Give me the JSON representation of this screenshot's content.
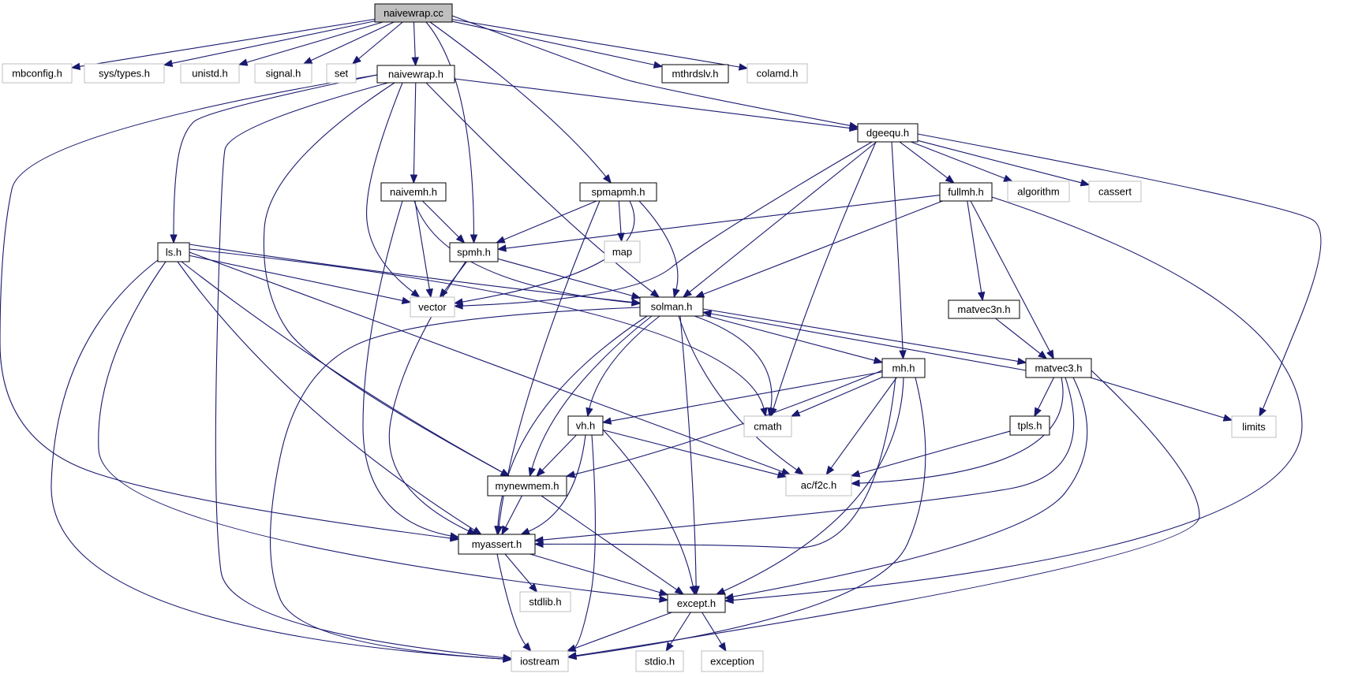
{
  "graph": {
    "colors": {
      "edge": "#191970",
      "root_fill": "#bfbfbf",
      "documented_border": "#000000",
      "external_border": "#bfbfbf",
      "external_text": "#000000"
    },
    "nodes": [
      {
        "id": "naivewrap_cc",
        "label": "naivewrap.cc",
        "kind": "root"
      },
      {
        "id": "mbconfig_h",
        "label": "mbconfig.h",
        "kind": "external"
      },
      {
        "id": "sys_types_h",
        "label": "sys/types.h",
        "kind": "external"
      },
      {
        "id": "unistd_h",
        "label": "unistd.h",
        "kind": "external"
      },
      {
        "id": "signal_h",
        "label": "signal.h",
        "kind": "external"
      },
      {
        "id": "set",
        "label": "set",
        "kind": "external"
      },
      {
        "id": "naivewrap_h",
        "label": "naivewrap.h",
        "kind": "documented"
      },
      {
        "id": "mthrdslv_h",
        "label": "mthrdslv.h",
        "kind": "documented"
      },
      {
        "id": "colamd_h",
        "label": "colamd.h",
        "kind": "external"
      },
      {
        "id": "dgeequ_h",
        "label": "dgeequ.h",
        "kind": "documented"
      },
      {
        "id": "naivemh_h",
        "label": "naivemh.h",
        "kind": "documented"
      },
      {
        "id": "spmapmh_h",
        "label": "spmapmh.h",
        "kind": "documented"
      },
      {
        "id": "fullmh_h",
        "label": "fullmh.h",
        "kind": "documented"
      },
      {
        "id": "algorithm",
        "label": "algorithm",
        "kind": "external"
      },
      {
        "id": "cassert",
        "label": "cassert",
        "kind": "external"
      },
      {
        "id": "ls_h",
        "label": "ls.h",
        "kind": "documented"
      },
      {
        "id": "spmh_h",
        "label": "spmh.h",
        "kind": "documented"
      },
      {
        "id": "map",
        "label": "map",
        "kind": "external"
      },
      {
        "id": "vector",
        "label": "vector",
        "kind": "external"
      },
      {
        "id": "solman_h",
        "label": "solman.h",
        "kind": "documented"
      },
      {
        "id": "matvec3n_h",
        "label": "matvec3n.h",
        "kind": "documented"
      },
      {
        "id": "mh_h",
        "label": "mh.h",
        "kind": "documented"
      },
      {
        "id": "matvec3_h",
        "label": "matvec3.h",
        "kind": "documented"
      },
      {
        "id": "cmath",
        "label": "cmath",
        "kind": "external"
      },
      {
        "id": "vh_h",
        "label": "vh.h",
        "kind": "documented"
      },
      {
        "id": "tpls_h",
        "label": "tpls.h",
        "kind": "documented"
      },
      {
        "id": "limits",
        "label": "limits",
        "kind": "external"
      },
      {
        "id": "mynewmem_h",
        "label": "mynewmem.h",
        "kind": "documented"
      },
      {
        "id": "ac_f2c_h",
        "label": "ac/f2c.h",
        "kind": "external"
      },
      {
        "id": "myassert_h",
        "label": "myassert.h",
        "kind": "documented"
      },
      {
        "id": "stdlib_h",
        "label": "stdlib.h",
        "kind": "external"
      },
      {
        "id": "except_h",
        "label": "except.h",
        "kind": "documented"
      },
      {
        "id": "iostream",
        "label": "iostream",
        "kind": "external"
      },
      {
        "id": "stdio_h",
        "label": "stdio.h",
        "kind": "external"
      },
      {
        "id": "exception",
        "label": "exception",
        "kind": "external"
      }
    ],
    "edges": [
      [
        "naivewrap_cc",
        "mbconfig_h"
      ],
      [
        "naivewrap_cc",
        "sys_types_h"
      ],
      [
        "naivewrap_cc",
        "unistd_h"
      ],
      [
        "naivewrap_cc",
        "signal_h"
      ],
      [
        "naivewrap_cc",
        "set"
      ],
      [
        "naivewrap_cc",
        "naivewrap_h"
      ],
      [
        "naivewrap_cc",
        "spmh_h"
      ],
      [
        "naivewrap_cc",
        "spmapmh_h"
      ],
      [
        "naivewrap_cc",
        "dgeequ_h"
      ],
      [
        "naivewrap_cc",
        "mthrdslv_h"
      ],
      [
        "naivewrap_cc",
        "colamd_h"
      ],
      [
        "naivewrap_h",
        "dgeequ_h"
      ],
      [
        "naivewrap_h",
        "ls_h"
      ],
      [
        "naivewrap_h",
        "naivemh_h"
      ],
      [
        "naivewrap_h",
        "vector"
      ],
      [
        "naivewrap_h",
        "solman_h"
      ],
      [
        "naivewrap_h",
        "mynewmem_h"
      ],
      [
        "naivewrap_h",
        "myassert_h"
      ],
      [
        "naivewrap_h",
        "iostream"
      ],
      [
        "dgeequ_h",
        "fullmh_h"
      ],
      [
        "dgeequ_h",
        "algorithm"
      ],
      [
        "dgeequ_h",
        "cassert"
      ],
      [
        "dgeequ_h",
        "limits"
      ],
      [
        "dgeequ_h",
        "vector"
      ],
      [
        "dgeequ_h",
        "solman_h"
      ],
      [
        "dgeequ_h",
        "cmath"
      ],
      [
        "dgeequ_h",
        "mh_h"
      ],
      [
        "fullmh_h",
        "spmh_h"
      ],
      [
        "fullmh_h",
        "solman_h"
      ],
      [
        "fullmh_h",
        "matvec3n_h"
      ],
      [
        "fullmh_h",
        "matvec3_h"
      ],
      [
        "fullmh_h",
        "except_h"
      ],
      [
        "naivemh_h",
        "spmh_h"
      ],
      [
        "naivemh_h",
        "vector"
      ],
      [
        "naivemh_h",
        "solman_h"
      ],
      [
        "naivemh_h",
        "myassert_h"
      ],
      [
        "spmapmh_h",
        "spmh_h"
      ],
      [
        "spmapmh_h",
        "map"
      ],
      [
        "spmapmh_h",
        "vector"
      ],
      [
        "spmapmh_h",
        "solman_h"
      ],
      [
        "spmapmh_h",
        "myassert_h"
      ],
      [
        "spmh_h",
        "vector"
      ],
      [
        "spmh_h",
        "solman_h"
      ],
      [
        "spmh_h",
        "myassert_h"
      ],
      [
        "ls_h",
        "vector"
      ],
      [
        "ls_h",
        "solman_h"
      ],
      [
        "ls_h",
        "cmath"
      ],
      [
        "ls_h",
        "ac_f2c_h"
      ],
      [
        "ls_h",
        "mynewmem_h"
      ],
      [
        "ls_h",
        "myassert_h"
      ],
      [
        "ls_h",
        "except_h"
      ],
      [
        "ls_h",
        "iostream"
      ],
      [
        "solman_h",
        "mh_h"
      ],
      [
        "solman_h",
        "cmath"
      ],
      [
        "solman_h",
        "matvec3_h"
      ],
      [
        "solman_h",
        "vh_h"
      ],
      [
        "solman_h",
        "ac_f2c_h"
      ],
      [
        "solman_h",
        "mynewmem_h"
      ],
      [
        "solman_h",
        "myassert_h"
      ],
      [
        "solman_h",
        "except_h"
      ],
      [
        "solman_h",
        "iostream"
      ],
      [
        "matvec3n_h",
        "matvec3_h"
      ],
      [
        "matvec3_h",
        "solman_h"
      ],
      [
        "matvec3_h",
        "tpls_h"
      ],
      [
        "matvec3_h",
        "limits"
      ],
      [
        "matvec3_h",
        "ac_f2c_h"
      ],
      [
        "matvec3_h",
        "myassert_h"
      ],
      [
        "matvec3_h",
        "except_h"
      ],
      [
        "matvec3_h",
        "iostream"
      ],
      [
        "mh_h",
        "vh_h"
      ],
      [
        "mh_h",
        "cmath"
      ],
      [
        "mh_h",
        "ac_f2c_h"
      ],
      [
        "mh_h",
        "mynewmem_h"
      ],
      [
        "mh_h",
        "myassert_h"
      ],
      [
        "mh_h",
        "except_h"
      ],
      [
        "mh_h",
        "iostream"
      ],
      [
        "vh_h",
        "mynewmem_h"
      ],
      [
        "vh_h",
        "ac_f2c_h"
      ],
      [
        "vh_h",
        "myassert_h"
      ],
      [
        "vh_h",
        "except_h"
      ],
      [
        "vh_h",
        "iostream"
      ],
      [
        "tpls_h",
        "ac_f2c_h"
      ],
      [
        "mynewmem_h",
        "myassert_h"
      ],
      [
        "mynewmem_h",
        "except_h"
      ],
      [
        "myassert_h",
        "stdlib_h"
      ],
      [
        "myassert_h",
        "except_h"
      ],
      [
        "myassert_h",
        "iostream"
      ],
      [
        "except_h",
        "iostream"
      ],
      [
        "except_h",
        "stdio_h"
      ],
      [
        "except_h",
        "exception"
      ]
    ]
  }
}
